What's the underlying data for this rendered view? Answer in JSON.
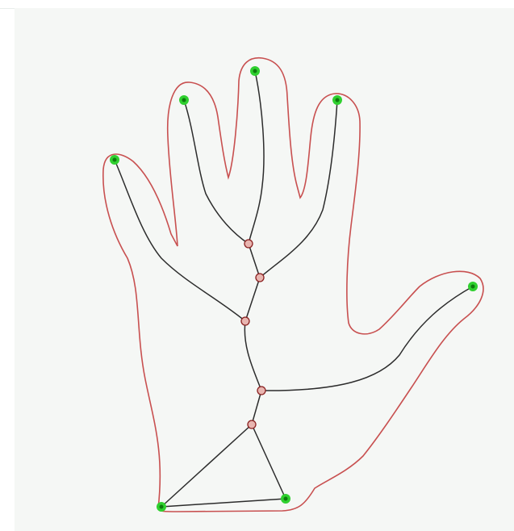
{
  "colors": {
    "background": "#f5f7f5",
    "outline": "#c85050",
    "skeleton": "#2c2c2c",
    "endpoint_fill": "#2fd02f",
    "endpoint_core": "#0e7a0e",
    "junction_fill": "#e8b5b0",
    "junction_stroke": "#8a1f1f"
  },
  "diagram": {
    "outline": {
      "name": "hand-outline",
      "label": ""
    },
    "endpoints": [
      {
        "name": "thumb-tip-point"
      },
      {
        "name": "index-tip-point"
      },
      {
        "name": "middle-tip-point"
      },
      {
        "name": "ring-tip-point"
      },
      {
        "name": "pinky-tip-point"
      },
      {
        "name": "wrist-left-point"
      },
      {
        "name": "wrist-right-point"
      }
    ],
    "junctions": [
      {
        "name": "junction-upper"
      },
      {
        "name": "junction-mid"
      },
      {
        "name": "junction-lower-left"
      },
      {
        "name": "junction-pinky-branch"
      },
      {
        "name": "junction-wrist"
      }
    ],
    "edges": [
      {
        "name": "skeleton-edge-thumb"
      },
      {
        "name": "skeleton-edge-index"
      },
      {
        "name": "skeleton-edge-middle"
      },
      {
        "name": "skeleton-edge-ring"
      },
      {
        "name": "skeleton-edge-pinky"
      },
      {
        "name": "skeleton-edge-spine"
      },
      {
        "name": "skeleton-edge-wrist-left"
      },
      {
        "name": "skeleton-edge-wrist-right"
      },
      {
        "name": "skeleton-edge-wrist-base"
      }
    ]
  }
}
